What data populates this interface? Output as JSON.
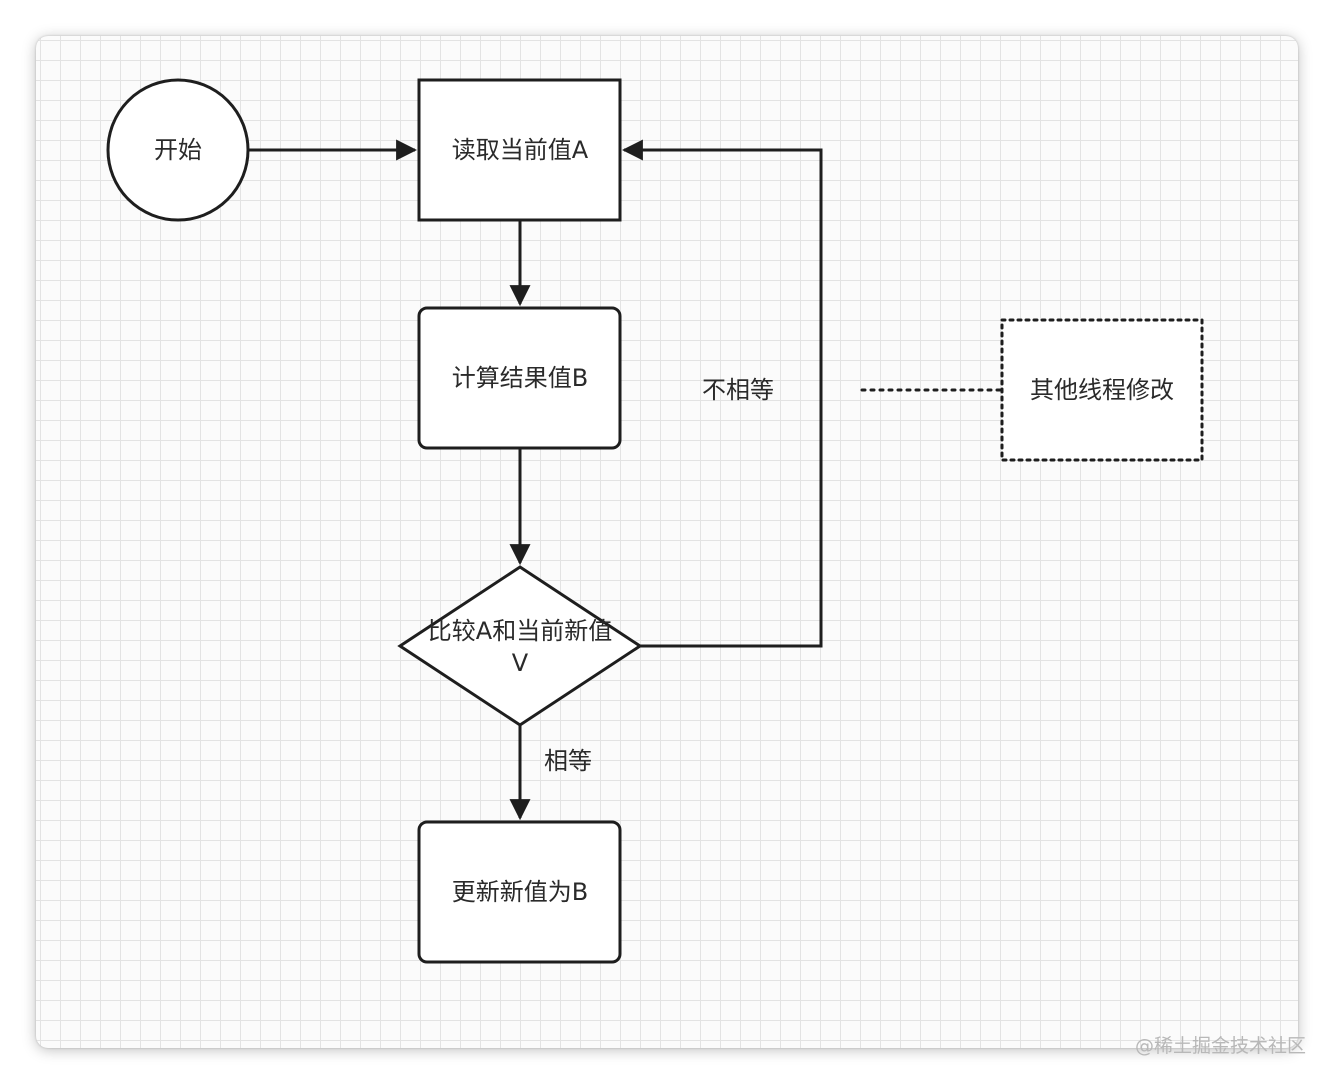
{
  "nodes": {
    "start": "开始",
    "read_value": "读取当前值A",
    "compute_result": "计算结果值B",
    "compare_line1": "比较A和当前新值",
    "compare_line2": "V",
    "update_value": "更新新值为B",
    "other_thread": "其他线程修改"
  },
  "edges": {
    "equal": "相等",
    "not_equal": "不相等"
  },
  "watermark": "@稀土掘金技术社区",
  "colors": {
    "stroke": "#1e1e1e",
    "text": "#2a2a2a",
    "grid": "#e3e3e3",
    "watermark": "#b8b8b8"
  }
}
